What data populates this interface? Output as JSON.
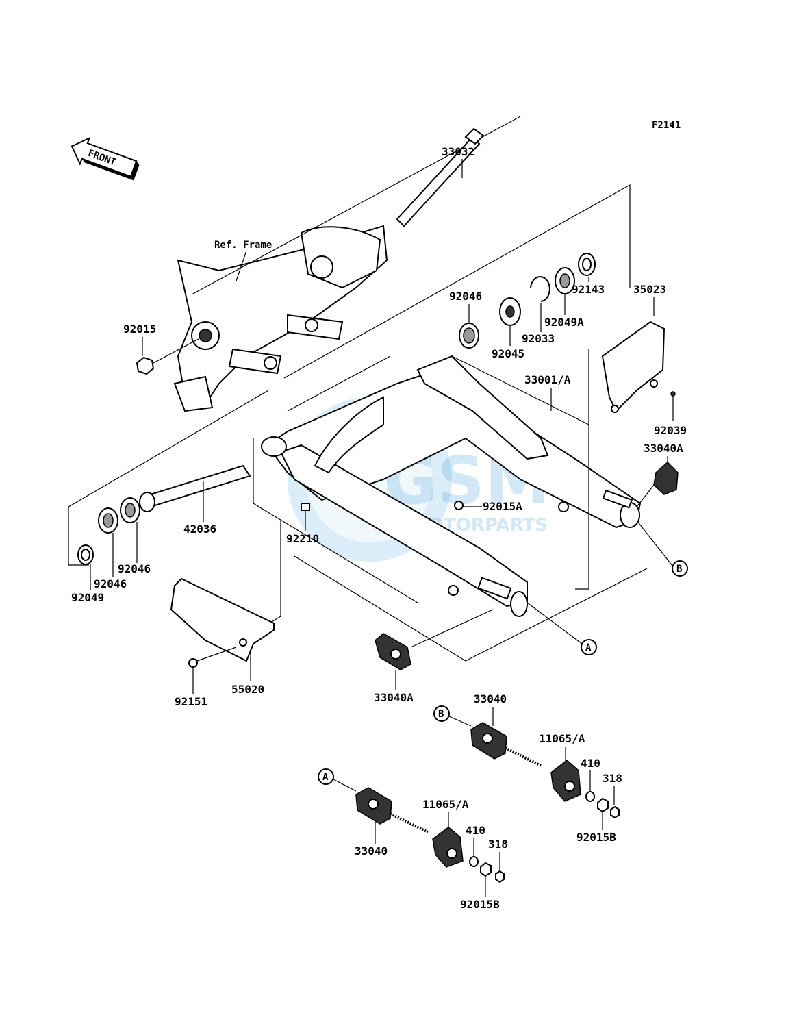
{
  "figure_code": "F2141",
  "direction_label": "FRONT",
  "watermark": {
    "main": "GSM",
    "sub": "MOTORPARTS"
  },
  "ref_label": "Ref. Frame",
  "callouts": {
    "A": "A",
    "B": "B"
  },
  "parts": {
    "p33032": "33032",
    "p92015": "92015",
    "p92046a": "92046",
    "p92045": "92045",
    "p92033": "92033",
    "p92049A": "92049A",
    "p92143": "92143",
    "p35023": "35023",
    "p33001A": "33001/A",
    "p92039": "92039",
    "p33040A_r": "33040A",
    "p92015A": "92015A",
    "p42036": "42036",
    "p92210": "92210",
    "p92046b": "92046",
    "p92046c": "92046",
    "p92049": "92049",
    "p55020": "55020",
    "p92151": "92151",
    "p33040A_b": "33040A",
    "p33040_b": "33040",
    "p11065A_b": "11065/A",
    "p410_b": "410",
    "p318_b": "318",
    "p92015B_b": "92015B",
    "p33040_a": "33040",
    "p11065A_a": "11065/A",
    "p410_a": "410",
    "p318_a": "318",
    "p92015B_a": "92015B"
  }
}
